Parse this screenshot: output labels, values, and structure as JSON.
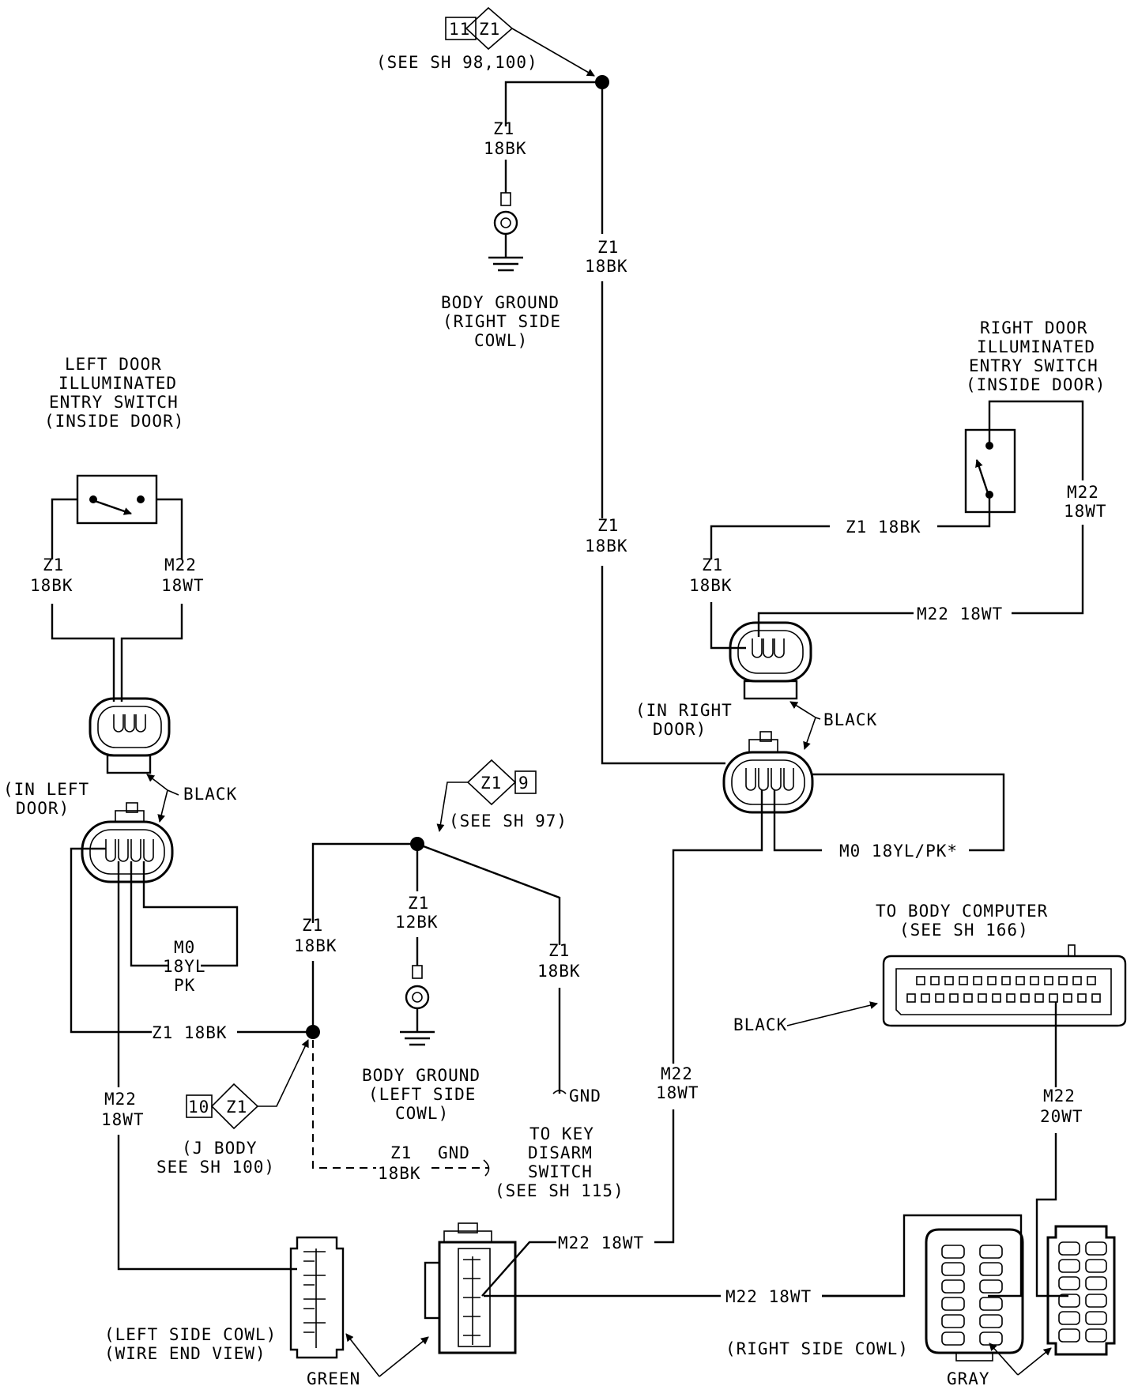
{
  "top_ref": {
    "page": "11",
    "circuit": "Z1",
    "note": "(SEE SH 98,100)"
  },
  "right_ground": {
    "wire_code": "Z1",
    "wire_gauge": "18BK",
    "line1": "BODY GROUND",
    "line2": "(RIGHT SIDE",
    "line3": "COWL)"
  },
  "main_trunk": {
    "code": "Z1",
    "gauge": "18BK"
  },
  "left_switch": {
    "line1": "LEFT DOOR",
    "line2": "ILLUMINATED",
    "line3": "ENTRY SWITCH",
    "line4": "(INSIDE DOOR)",
    "wire_a_code": "Z1",
    "wire_a_gauge": "18BK",
    "wire_b_code": "M22",
    "wire_b_gauge": "18WT"
  },
  "right_switch": {
    "line1": "RIGHT DOOR",
    "line2": "ILLUMINATED",
    "line3": "ENTRY SWITCH",
    "line4": "(INSIDE DOOR)",
    "z1_label": "Z1 18BK",
    "m22_code": "M22",
    "m22_gauge": "18WT",
    "z1_code": "Z1",
    "z1_gauge": "18BK",
    "m22_label": "M22 18WT"
  },
  "left_door_conn": {
    "loc1": "(IN LEFT",
    "loc2": "DOOR)",
    "color": "BLACK",
    "m0_code": "M0",
    "m0_gauge": "18YL",
    "m0_tracer": "PK",
    "z1_label": "Z1 18BK",
    "m22_code": "M22",
    "m22_gauge": "18WT"
  },
  "right_door_conn": {
    "loc1": "(IN RIGHT",
    "loc2": "DOOR)",
    "color": "BLACK",
    "m0_label": "M0 18YL/PK*"
  },
  "center_ref": {
    "circuit": "Z1",
    "page": "9",
    "note": "(SEE SH 97)"
  },
  "center_splice": {
    "wire_code": "Z1",
    "wire_gauge": "18BK"
  },
  "left_ground": {
    "wire_code": "Z1",
    "wire_gauge": "12BK",
    "line1": "BODY GROUND",
    "line2": "(LEFT SIDE",
    "line3": "COWL)"
  },
  "key_disarm": {
    "wire_code": "Z1",
    "wire_gauge": "18BK",
    "gnd": "GND",
    "line1": "TO KEY",
    "line2": "DISARM",
    "line3": "SWITCH",
    "line4": "(SEE SH 115)"
  },
  "jbody_ref": {
    "page": "10",
    "circuit": "Z1",
    "line1": "(J BODY",
    "line2": "SEE SH 100)"
  },
  "dashed_wire": {
    "code": "Z1",
    "gauge": "18BK",
    "gnd": "GND"
  },
  "mid_m22": {
    "code": "M22",
    "gauge": "18WT"
  },
  "body_computer": {
    "line1": "TO BODY COMPUTER",
    "line2": "(SEE SH 166)",
    "color": "BLACK",
    "wire_code": "M22",
    "wire_gauge": "20WT"
  },
  "bottom": {
    "center_m22": "M22 18WT",
    "long_m22": "M22 18WT",
    "left_cowl1": "(LEFT SIDE COWL)",
    "left_cowl2": "(WIRE END VIEW)",
    "green": "GREEN",
    "right_cowl": "(RIGHT SIDE COWL)",
    "gray": "GRAY"
  }
}
